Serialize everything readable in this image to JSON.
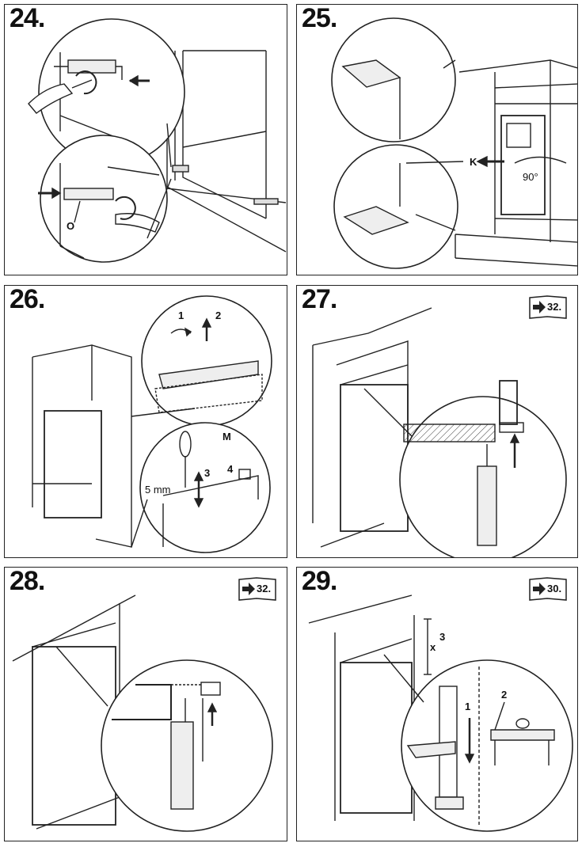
{
  "steps": [
    {
      "number": "24.",
      "labels": {
        "o": "O"
      }
    },
    {
      "number": "25.",
      "labels": {
        "k": "K",
        "angle": "90°"
      }
    },
    {
      "number": "26.",
      "labels": {
        "one": "1",
        "two": "2",
        "three": "3",
        "four": "4",
        "m": "M",
        "gap": "5 mm"
      }
    },
    {
      "number": "27.",
      "ref_page": "32."
    },
    {
      "number": "28.",
      "ref_page": "32."
    },
    {
      "number": "29.",
      "ref_page": "30.",
      "labels": {
        "x": "x",
        "three": "3",
        "one": "1",
        "two": "2"
      }
    }
  ],
  "icons": {
    "ref": "book-arrow-icon"
  }
}
